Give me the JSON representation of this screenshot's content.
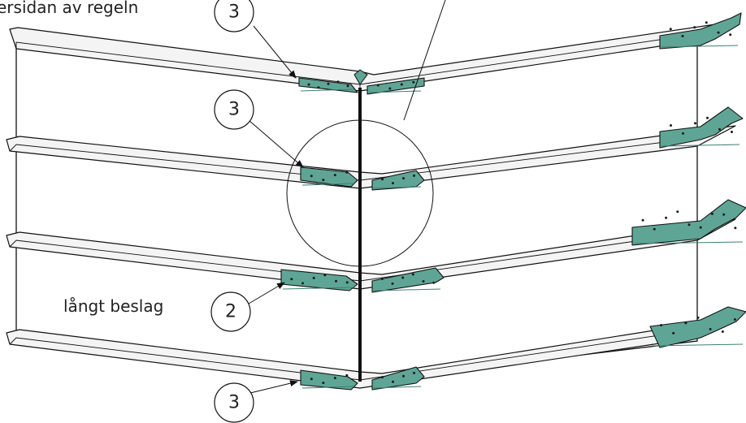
{
  "labels": {
    "top_left": "ersidan av regeln",
    "long_bracket": "långt beslag"
  },
  "callouts": [
    "3",
    "3",
    "2",
    "3"
  ],
  "colors": {
    "bracket": "#5fa596",
    "bracket_dark": "#3f7f72",
    "line": "#111111"
  }
}
